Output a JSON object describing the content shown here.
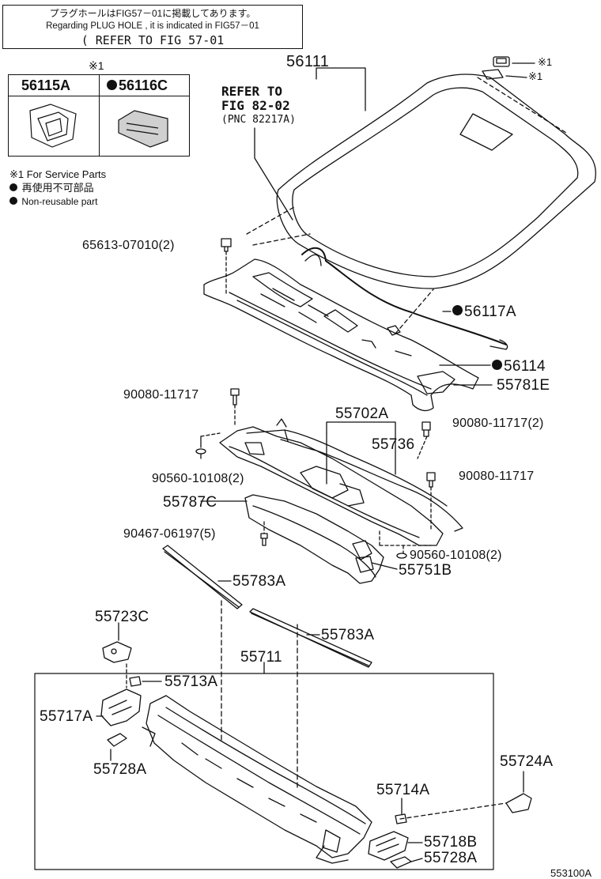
{
  "note_box": {
    "line1": "プラグホールはFIG57－01に掲載してあります。",
    "line2": "Regarding PLUG HOLE , it is indicated in FIG57－01",
    "line3": "( REFER TO FIG 57-01"
  },
  "service_box": {
    "mark": "※1",
    "left_header": "56115A",
    "right_header": "56116C"
  },
  "legend": {
    "line1": "※1 For Service Parts",
    "line2": "再使用不可部品",
    "line3": "Non-reusable part"
  },
  "refer_fig": {
    "line1": "REFER TO",
    "line2": "FIG 82-02",
    "line3": "(PNC 82217A)"
  },
  "parts": {
    "p56111": "56111",
    "mark1": "※1",
    "mark2": "※1",
    "p65613": "65613-07010(2)",
    "p56117A": "56117A",
    "p56114": "56114",
    "p55781E": "55781E",
    "p90080_1": "90080-11717",
    "p55702A": "55702A",
    "p90080_2": "90080-11717(2)",
    "p55736": "55736",
    "p90560_1": "90560-10108(2)",
    "p90080_3": "90080-11717",
    "p55787C": "55787C",
    "p90467": "90467-06197(5)",
    "p90560_2": "90560-10108(2)",
    "p55751B": "55751B",
    "p55783A_1": "55783A",
    "p55723C": "55723C",
    "p55783A_2": "55783A",
    "p55711": "55711",
    "p55713A": "55713A",
    "p55717A": "55717A",
    "p55728A_1": "55728A",
    "p55724A": "55724A",
    "p55714A": "55714A",
    "p55718B": "55718B",
    "p55728A_2": "55728A"
  },
  "figure_id": "553100A"
}
